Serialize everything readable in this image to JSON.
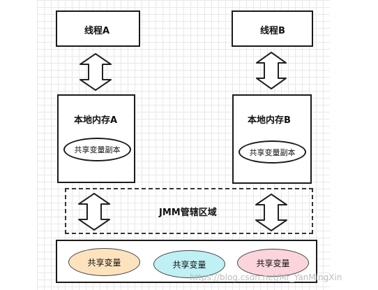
{
  "thread_a": "线程A",
  "thread_b": "线程B",
  "local_a": {
    "title": "本地内存A",
    "copy": "共享变量副本"
  },
  "local_b": {
    "title": "本地内存B",
    "copy": "共享变量副本"
  },
  "jmm": "JMM管辖区域",
  "main_memory": {
    "vars": [
      {
        "label": "共享变量",
        "color": "#fde3bd"
      },
      {
        "label": "共享变量",
        "color": "#bff0f3"
      },
      {
        "label": "共享变量",
        "color": "#fbd4dc"
      }
    ]
  },
  "watermark": "https://blog.csdn.net/Mr_YanMingXin"
}
